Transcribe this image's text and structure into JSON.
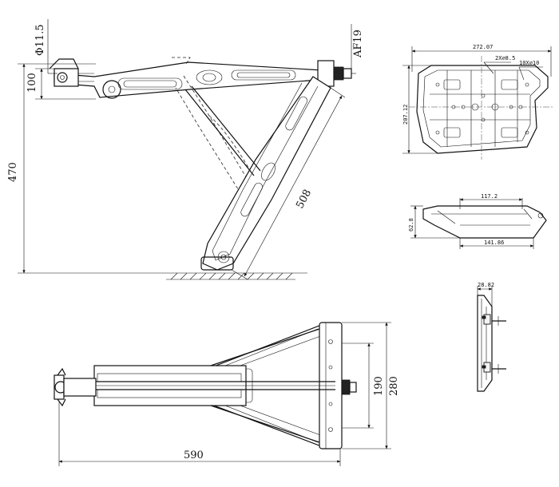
{
  "dimensions": {
    "hole_diameter": "Φ11.5",
    "wrench_size": "AF19",
    "offset_100": "100",
    "height_470": "470",
    "leg_length_508": "508",
    "length_590": "590",
    "width_190": "190",
    "width_280": "280"
  },
  "pad_dimensions": {
    "length": "272.07",
    "width": "207.12",
    "holes": "2X⌀8.5",
    "slots": "10X⌀10",
    "section_length": "117.2",
    "section_height": "62.8",
    "section_base": "141.86",
    "thickness": "28.82"
  },
  "colors": {
    "line": "#111111",
    "background": "#ffffff"
  }
}
